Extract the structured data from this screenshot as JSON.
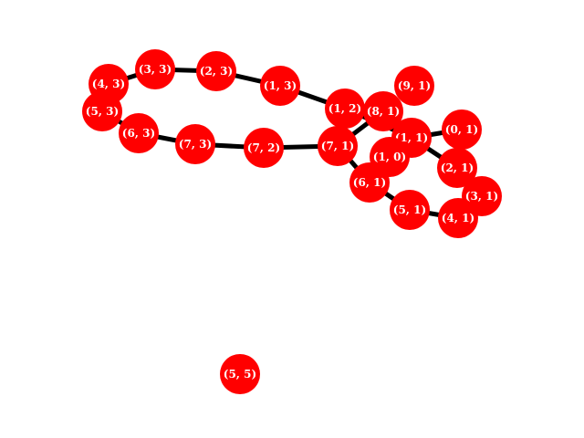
{
  "graph": {
    "node_color": "#ff0000",
    "edge_color": "#000000",
    "label_color": "#ffffff",
    "nodes": [
      {
        "id": "(4, 3)"
      },
      {
        "id": "(3, 3)"
      },
      {
        "id": "(2, 3)"
      },
      {
        "id": "(1, 3)"
      },
      {
        "id": "(1, 2)"
      },
      {
        "id": "(9, 1)"
      },
      {
        "id": "(8, 1)"
      },
      {
        "id": "(5, 3)"
      },
      {
        "id": "(6, 3)"
      },
      {
        "id": "(7, 3)"
      },
      {
        "id": "(7, 2)"
      },
      {
        "id": "(7, 1)"
      },
      {
        "id": "(1, 1)"
      },
      {
        "id": "(0, 1)"
      },
      {
        "id": "(1, 0)"
      },
      {
        "id": "(2, 1)"
      },
      {
        "id": "(6, 1)"
      },
      {
        "id": "(3, 1)"
      },
      {
        "id": "(5, 1)"
      },
      {
        "id": "(4, 1)"
      },
      {
        "id": "(5, 5)"
      }
    ],
    "edges": [
      [
        "(5, 3)",
        "(4, 3)"
      ],
      [
        "(4, 3)",
        "(3, 3)"
      ],
      [
        "(3, 3)",
        "(2, 3)"
      ],
      [
        "(2, 3)",
        "(1, 3)"
      ],
      [
        "(1, 3)",
        "(1, 2)"
      ],
      [
        "(1, 2)",
        "(1, 1)"
      ],
      [
        "(5, 3)",
        "(6, 3)"
      ],
      [
        "(6, 3)",
        "(7, 3)"
      ],
      [
        "(7, 3)",
        "(7, 2)"
      ],
      [
        "(7, 2)",
        "(7, 1)"
      ],
      [
        "(7, 1)",
        "(8, 1)"
      ],
      [
        "(7, 1)",
        "(6, 1)"
      ],
      [
        "(6, 1)",
        "(5, 1)"
      ],
      [
        "(5, 1)",
        "(4, 1)"
      ],
      [
        "(4, 1)",
        "(3, 1)"
      ],
      [
        "(3, 1)",
        "(2, 1)"
      ],
      [
        "(2, 1)",
        "(1, 1)"
      ],
      [
        "(1, 1)",
        "(0, 1)"
      ],
      [
        "(1, 1)",
        "(1, 0)"
      ]
    ]
  }
}
